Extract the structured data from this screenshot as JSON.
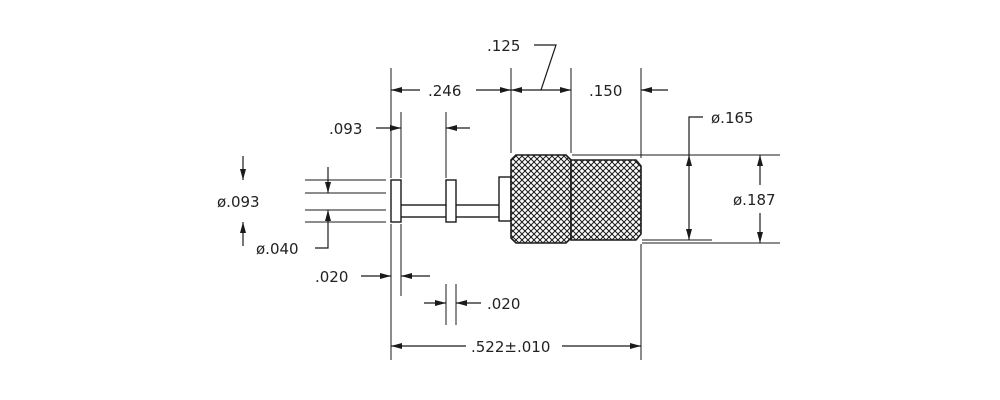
{
  "dimensions": {
    "d125": ".125",
    "d246": ".246",
    "d150": ".150",
    "d093": ".093",
    "dia165": "ø.165",
    "dia187": "ø.187",
    "dia093": "ø.093",
    "dia040": "ø.040",
    "d020a": ".020",
    "d020b": ".020",
    "overall": ".522±.010"
  }
}
